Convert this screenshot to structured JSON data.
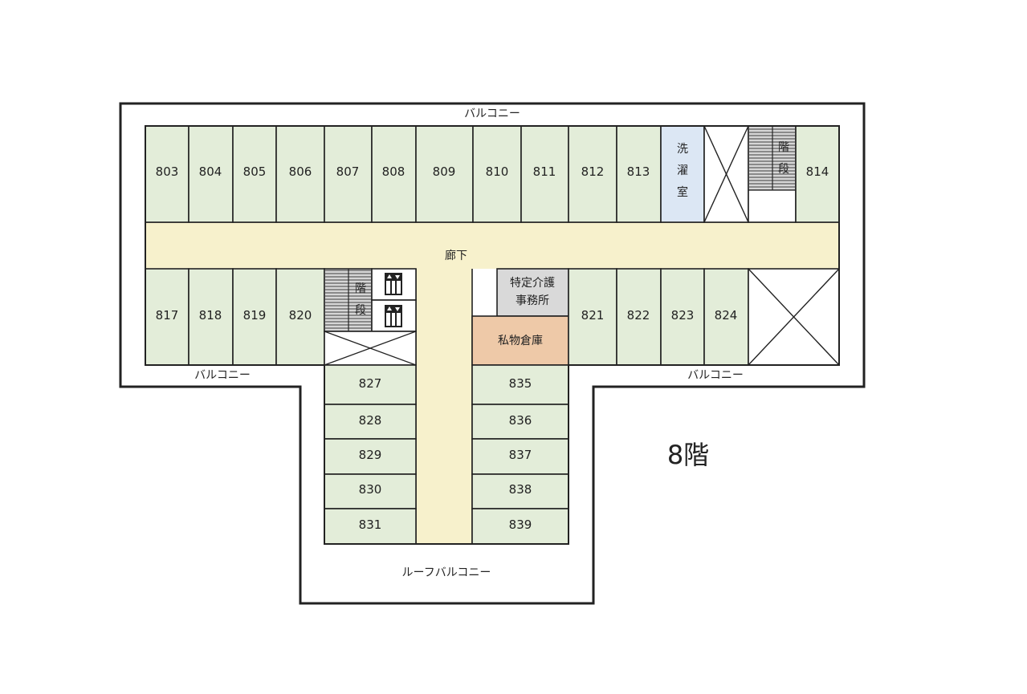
{
  "floor_title": "8階",
  "labels": {
    "balcony_top": "バルコニー",
    "balcony_left": "バルコニー",
    "balcony_right": "バルコニー",
    "roof_balcony": "ルーフバルコニー",
    "corridor": "廊下",
    "stairs": "階段",
    "laundry": "洗濯室",
    "care_office_line1": "特定介護",
    "care_office_line2": "事務所",
    "storage": "私物倉庫"
  },
  "rooms": {
    "north": [
      "803",
      "804",
      "805",
      "806",
      "807",
      "808",
      "809",
      "810",
      "811",
      "812",
      "813",
      "814"
    ],
    "south": [
      "817",
      "818",
      "819",
      "820",
      "821",
      "822",
      "823",
      "824"
    ],
    "west_wing": [
      "827",
      "828",
      "829",
      "830",
      "831"
    ],
    "east_wing": [
      "835",
      "836",
      "837",
      "838",
      "839"
    ]
  },
  "colors": {
    "room": "#e3edd9",
    "corridor": "#f7f1cc",
    "laundry": "#dce7f4",
    "office": "#d9d9d9",
    "storage": "#eec9a8",
    "stairs": "#999999"
  },
  "icons": {
    "elevator": "elevator-icon",
    "void": "x-void"
  }
}
